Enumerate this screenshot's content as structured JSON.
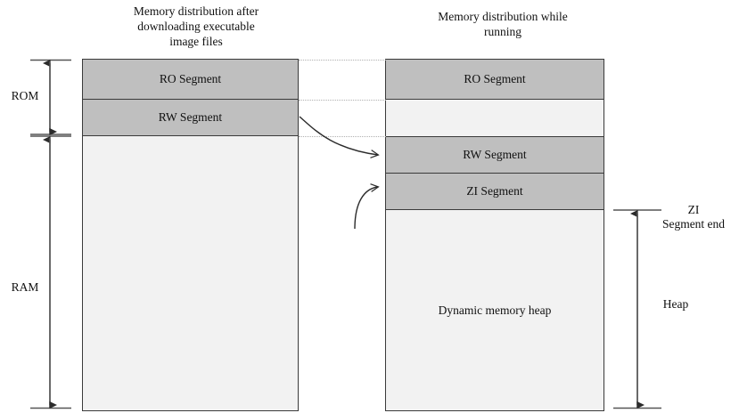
{
  "titles": {
    "left": "Memory distribution after\ndownloading executable\nimage files",
    "right": "Memory distribution while\nrunning"
  },
  "left_column": {
    "segments": [
      {
        "key": "ro",
        "label": "RO Segment",
        "fill": "#bfbfbf"
      },
      {
        "key": "rw",
        "label": "RW Segment",
        "fill": "#bfbfbf"
      },
      {
        "key": "free",
        "label": "",
        "fill": "#f2f2f2"
      }
    ]
  },
  "right_column": {
    "segments": [
      {
        "key": "ro",
        "label": "RO Segment",
        "fill": "#bfbfbf"
      },
      {
        "key": "gap",
        "label": "",
        "fill": "#f2f2f2"
      },
      {
        "key": "rw",
        "label": "RW Segment",
        "fill": "#bfbfbf"
      },
      {
        "key": "zi",
        "label": "ZI Segment",
        "fill": "#bfbfbf"
      },
      {
        "key": "heap",
        "label": "Dynamic memory heap",
        "fill": "#f2f2f2"
      }
    ]
  },
  "left_axis": {
    "rom_label": "ROM",
    "ram_label": "RAM"
  },
  "right_axis": {
    "zi_end_label": "ZI\nSegment end",
    "heap_label": "Heap"
  },
  "colors": {
    "segment_gray": "#bfbfbf",
    "segment_light": "#f2f2f2",
    "segment_border": "#3a3a3a",
    "connector_dotted": "#b0b0b0",
    "arrow_stroke": "#2b2b2b",
    "axis_stroke": "#555555",
    "text": "#101010",
    "background": "#ffffff"
  },
  "connectors": {
    "dotted_lines": 3,
    "curved_arrows": [
      {
        "from": "left RW Segment bottom-right",
        "to": "right RW Segment left edge"
      },
      {
        "from": "below left RW Segment",
        "to": "right ZI Segment left edge"
      }
    ]
  }
}
